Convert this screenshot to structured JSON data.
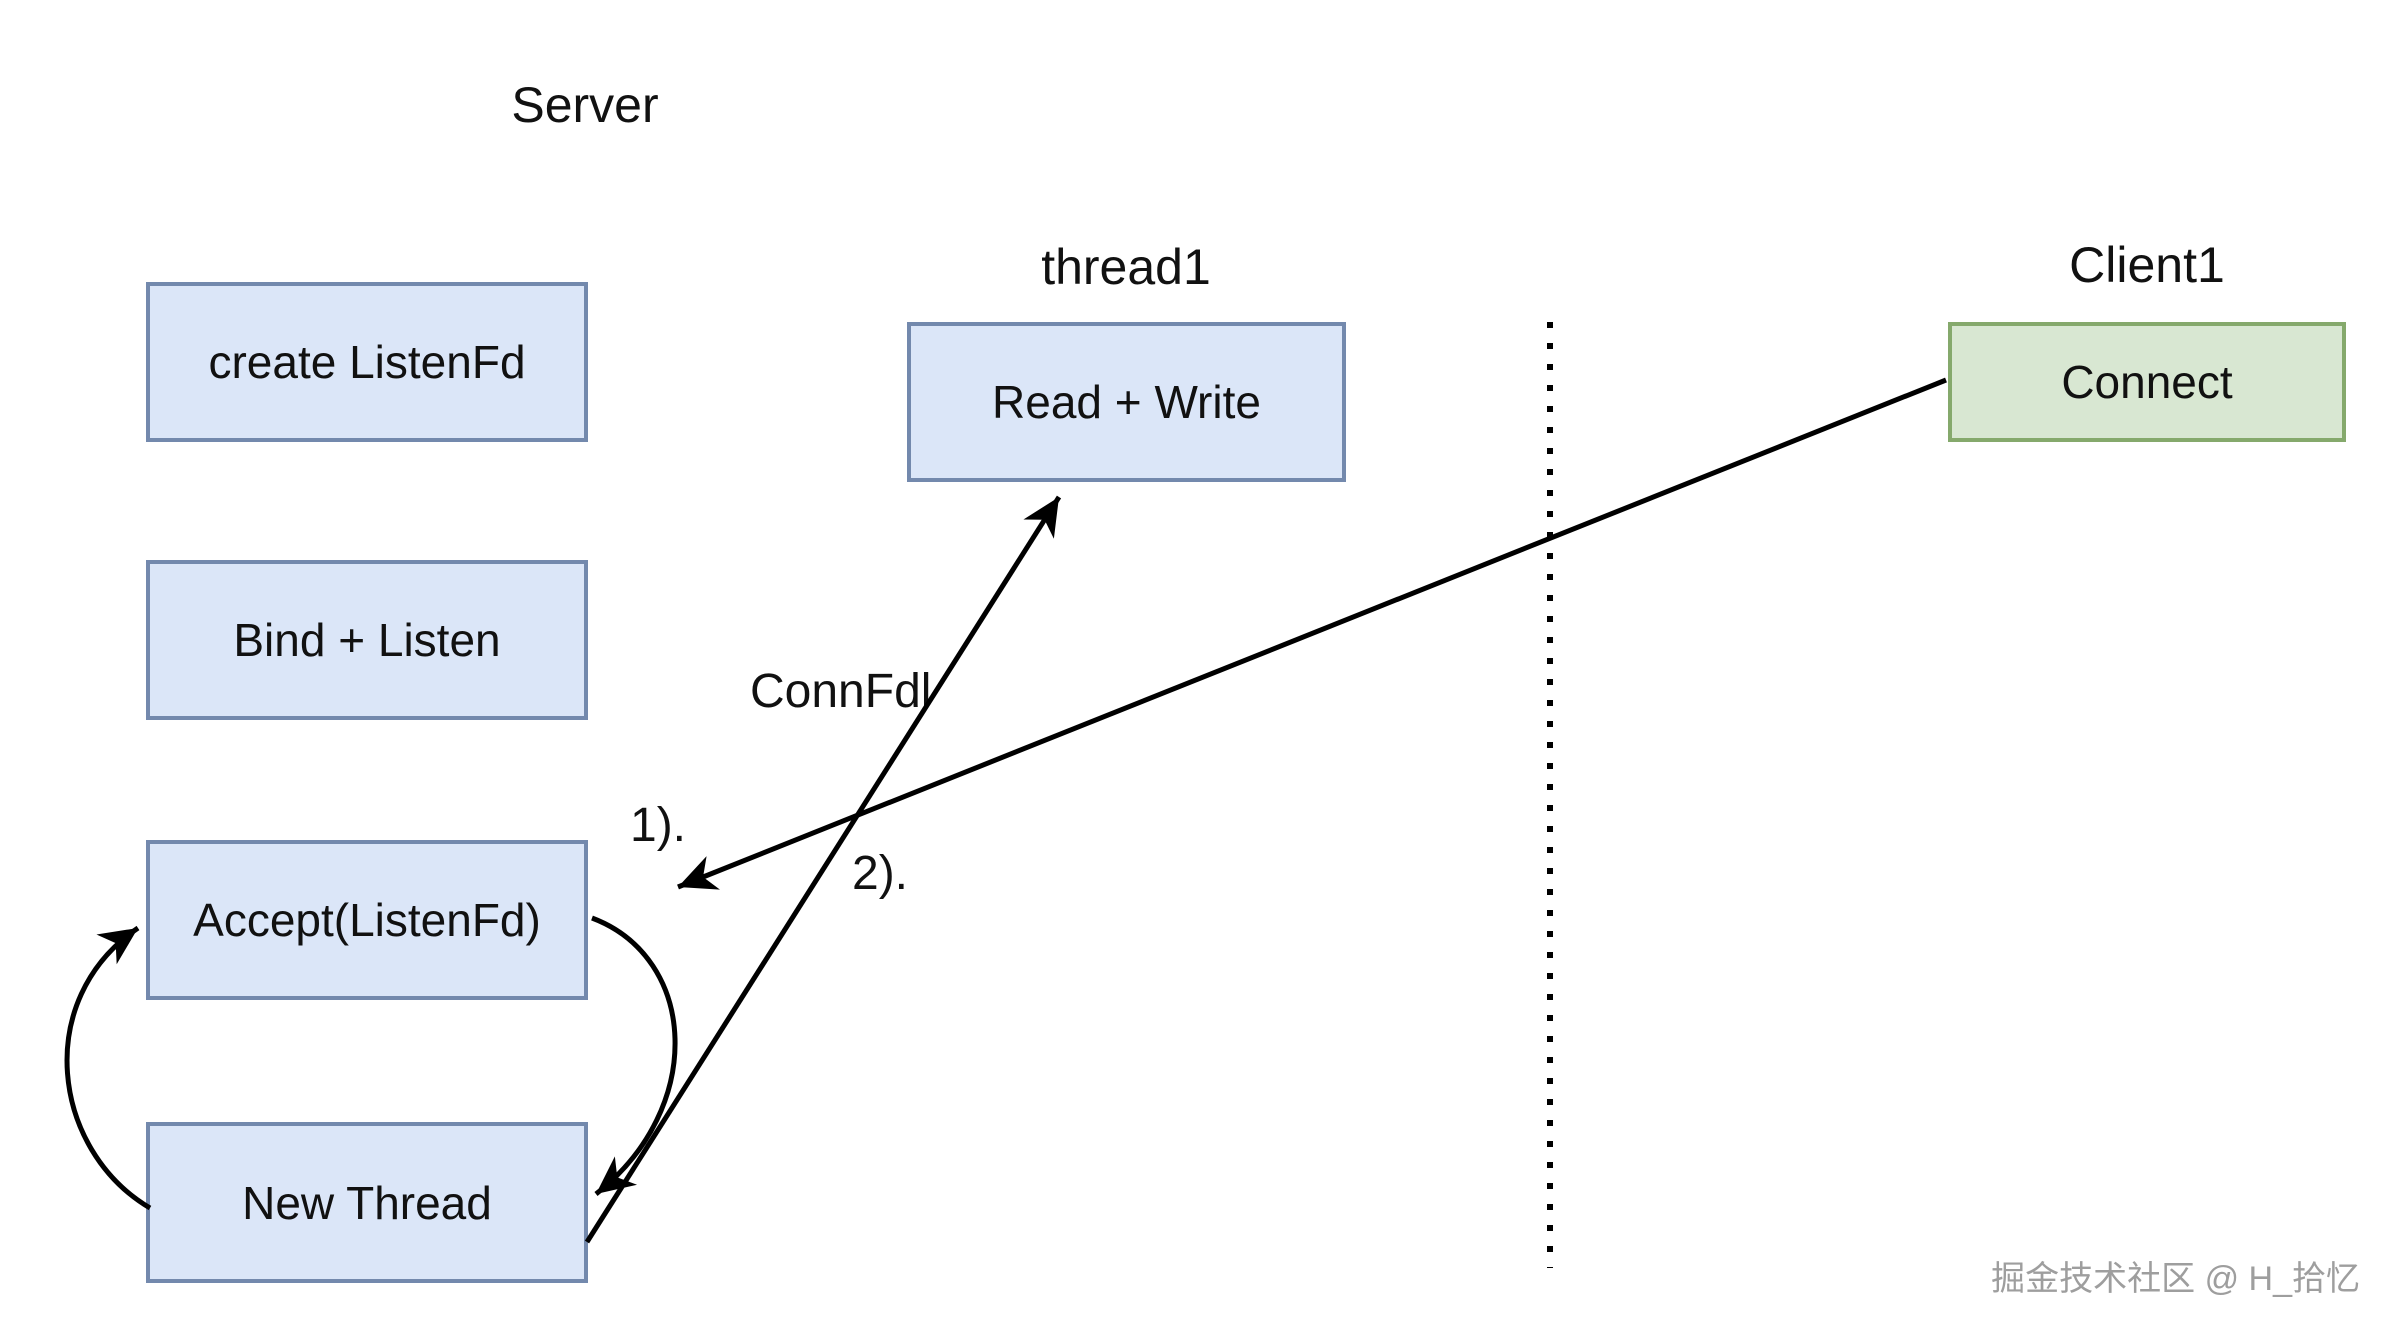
{
  "diagram": {
    "title": "Server",
    "lanes": {
      "thread_label": "thread1",
      "client_label": "Client1"
    },
    "boxes": {
      "create_listenfd": "create ListenFd",
      "bind_listen": "Bind + Listen",
      "accept_listenfd": "Accept(ListenFd)",
      "new_thread": "New Thread",
      "read_write": "Read + Write",
      "connect": "Connect"
    },
    "annotations": {
      "step1": "1).",
      "step2": "2).",
      "conn_fd": "ConnFdl"
    },
    "colors": {
      "process_box_fill": "#dbe6f8",
      "process_box_border": "#7389ad",
      "client_box_fill": "#d8e7d2",
      "client_box_border": "#85a96c",
      "arrow": "#000000",
      "watermark_text": "#9e9e9e"
    },
    "watermark": "掘金技术社区 @ H_拾忆"
  }
}
